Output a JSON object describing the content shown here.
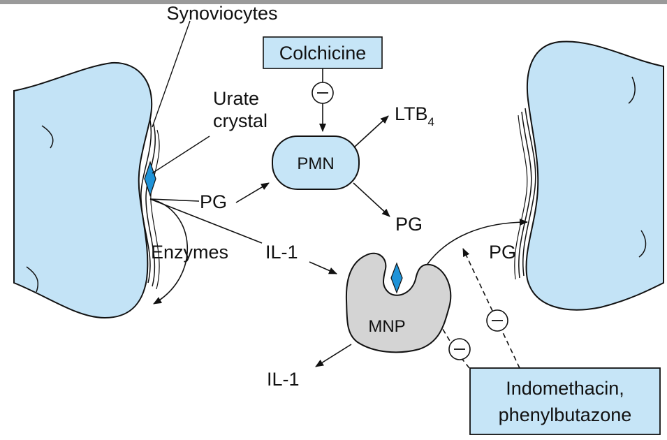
{
  "labels": {
    "synoviocytes": "Synoviocytes",
    "urate_line1": "Urate",
    "urate_line2": "crystal",
    "colchicine": "Colchicine",
    "ltb": "LTB",
    "ltb_sub": "4",
    "pmn": "PMN",
    "pg_left": "PG",
    "pg_lower": "PG",
    "pg_right": "PG",
    "enzymes": "Enzymes",
    "il1_top": "IL-1",
    "il1_bottom": "IL-1",
    "mnp": "MNP",
    "indo_line1": "Indomethacin,",
    "indo_line2": "phenylbutazone"
  },
  "inhibit_symbol": "⊖",
  "colors": {
    "tissue_fill": "#c3e3f6",
    "box_fill": "#c6e5f7",
    "mnp_fill": "#d4d4d4",
    "crystal_fill": "#1f93d8",
    "stroke": "#111111"
  }
}
